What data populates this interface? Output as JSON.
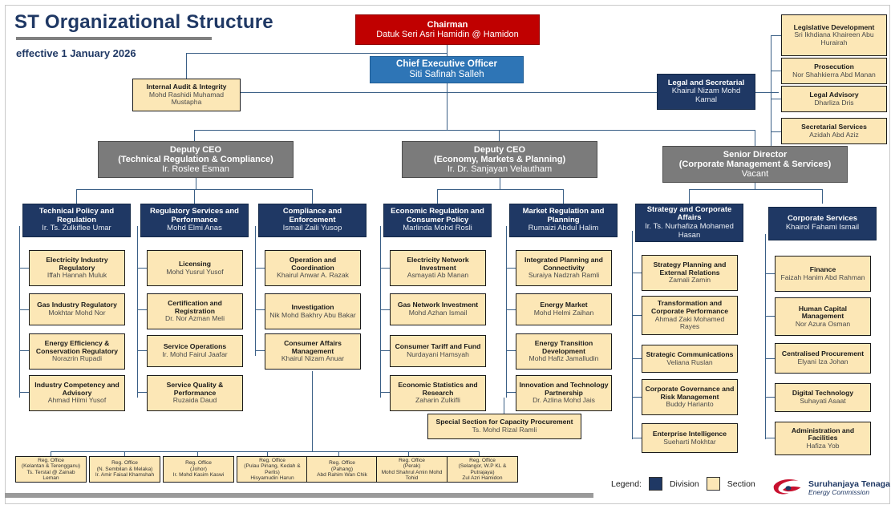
{
  "header": {
    "title": "ST Organizational Structure",
    "subtitle": "effective 1 January 2026"
  },
  "top": {
    "chairman": {
      "title": "Chairman",
      "name": "Datuk Seri Asri Hamidin @ Hamidon"
    },
    "ceo": {
      "title": "Chief Executive Officer",
      "name": "Siti Safinah Salleh"
    },
    "internal_audit": {
      "title": "Internal Audit & Integrity",
      "name": "Mohd Rashidi Muhamad Mustapha"
    },
    "legal_secretarial": {
      "title": "Legal and Secretarial",
      "name": "Khairul Nizam Mohd Kamal"
    }
  },
  "legal_sections": [
    {
      "title": "Legislative Development",
      "name": "Sri Ikhdiana Khaireen Abu Hurairah"
    },
    {
      "title": "Prosecution",
      "name": "Nor Shahkierra Abd Manan"
    },
    {
      "title": "Legal Advisory",
      "name": "Dharliza Dris"
    },
    {
      "title": "Secretarial Services",
      "name": "Azidah Abd Aziz"
    }
  ],
  "executives": [
    {
      "title": "Deputy CEO",
      "sub": "(Technical Regulation & Compliance)",
      "name": "Ir. Roslee Esman"
    },
    {
      "title": "Deputy CEO",
      "sub": "(Economy, Markets & Planning)",
      "name": "Ir. Dr. Sanjayan Velautham"
    },
    {
      "title": "Senior Director",
      "sub": "(Corporate Management & Services)",
      "name": "Vacant"
    }
  ],
  "divisions": [
    {
      "title": "Technical Policy and Regulation",
      "name": "Ir. Ts. Zulkiflee Umar",
      "sections": [
        {
          "title": "Electricity Industry Regulatory",
          "name": "Iffah Hannah Muluk"
        },
        {
          "title": "Gas Industry Regulatory",
          "name": "Mokhtar Mohd Nor"
        },
        {
          "title": "Energy Efficiency & Conservation Regulatory",
          "name": "Norazrin Rupadi"
        },
        {
          "title": "Industry Competency and Advisory",
          "name": "Ahmad Hilmi Yusof"
        }
      ]
    },
    {
      "title": "Regulatory Services and Performance",
      "name": "Mohd Elmi Anas",
      "sections": [
        {
          "title": "Licensing",
          "name": "Mohd Yusrul Yusof"
        },
        {
          "title": "Certification and Registration",
          "name": "Dr. Nor Azman Meli"
        },
        {
          "title": "Service Operations",
          "name": "Ir. Mohd Fairul Jaafar"
        },
        {
          "title": "Service Quality & Performance",
          "name": "Ruzaida Daud"
        }
      ]
    },
    {
      "title": "Compliance and Enforcement",
      "name": "Ismail Zaili Yusop",
      "sections": [
        {
          "title": "Operation and Coordination",
          "name": "Khairul Anwar A. Razak"
        },
        {
          "title": "Investigation",
          "name": "Nik Mohd Bakhry Abu Bakar"
        },
        {
          "title": "Consumer Affairs Management",
          "name": "Khairul Nizam Anuar"
        }
      ]
    },
    {
      "title": "Economic Regulation and Consumer Policy",
      "name": "Marlinda Mohd Rosli",
      "sections": [
        {
          "title": "Electricity Network Investment",
          "name": "Asmayati Ab Manan"
        },
        {
          "title": "Gas Network Investment",
          "name": "Mohd Azhan Ismail"
        },
        {
          "title": "Consumer Tariff and Fund",
          "name": "Nurdayani Hamsyah"
        },
        {
          "title": "Economic Statistics and Research",
          "name": "Zaharin Zulkifli"
        }
      ]
    },
    {
      "title": "Market Regulation and Planning",
      "name": "Rumaizi Abdul Halim",
      "sections": [
        {
          "title": "Integrated Planning and Connectivity",
          "name": "Suraiya Nadzrah Ramli"
        },
        {
          "title": "Energy Market",
          "name": "Mohd Helmi Zaihan"
        },
        {
          "title": "Energy Transition Development",
          "name": "Mohd Hafiz Jamalludin"
        },
        {
          "title": "Innovation and Technology Partnership",
          "name": "Dr. Azlina Mohd Jais"
        }
      ]
    },
    {
      "title": "Strategy and Corporate Affairs",
      "name": "Ir. Ts. Nurhafiza Mohamed Hasan",
      "sections": [
        {
          "title": "Strategy Planning and External Relations",
          "name": "Zamali Zamin"
        },
        {
          "title": "Transformation and Corporate Performance",
          "name": "Ahmad Zaki Mohamed Rayes"
        },
        {
          "title": "Strategic Communications",
          "name": "Veliana Ruslan"
        },
        {
          "title": "Corporate Governance and Risk Management",
          "name": "Buddy Harianto"
        },
        {
          "title": "Enterprise Intelligence",
          "name": "Sueharti Mokhtar"
        }
      ]
    },
    {
      "title": "Corporate Services",
      "name": "Khairol Fahami Ismail",
      "sections": [
        {
          "title": "Finance",
          "name": "Faizah Hanim Abd Rahman"
        },
        {
          "title": "Human Capital Management",
          "name": "Nor Azura Osman"
        },
        {
          "title": "Centralised Procurement",
          "name": "Elyani Iza Johan"
        },
        {
          "title": "Digital Technology",
          "name": "Suhayati Asaat"
        },
        {
          "title": "Administration and Facilities",
          "name": "Hafiza Yob"
        }
      ]
    }
  ],
  "special_section": {
    "title": "Special Section for Capacity Procurement",
    "name": "Ts. Mohd Rizal Ramli"
  },
  "regional_offices": [
    {
      "label": "Reg. Office",
      "region": "(Kelantan & Terengganu)",
      "name": "Ts. Terstal @ Zainab Leman"
    },
    {
      "label": "Reg. Office",
      "region": "(N. Sembilan & Melaka)",
      "name": "Ir. Amir Faisal Khamshah"
    },
    {
      "label": "Reg. Office",
      "region": "(Johor)",
      "name": "Ir. Mohd Kasim Kaswi"
    },
    {
      "label": "Reg. Office",
      "region": "(Pulau Pinang, Kedah & Perlis)",
      "name": "Hisyamudin Harun"
    },
    {
      "label": "Reg. Office",
      "region": "(Pahang)",
      "name": "Abd Rahim Wan Chik"
    },
    {
      "label": "Reg. Office",
      "region": "(Perak)",
      "name": "Mohd Shahrul Amin Mohd Tohid"
    },
    {
      "label": "Reg.  Office",
      "region": "(Selangor, W.P KL & Putrajaya)",
      "name": "Zul Azri Hamidon"
    }
  ],
  "legend": {
    "label": "Legend:",
    "division_label": "Division",
    "section_label": "Section",
    "division_color": "#1F3864",
    "section_color": "#FCE7B6"
  },
  "logo": {
    "line1": "Suruhanjaya Tenaga",
    "line2": "Energy Commission",
    "color": "#C8102E"
  }
}
